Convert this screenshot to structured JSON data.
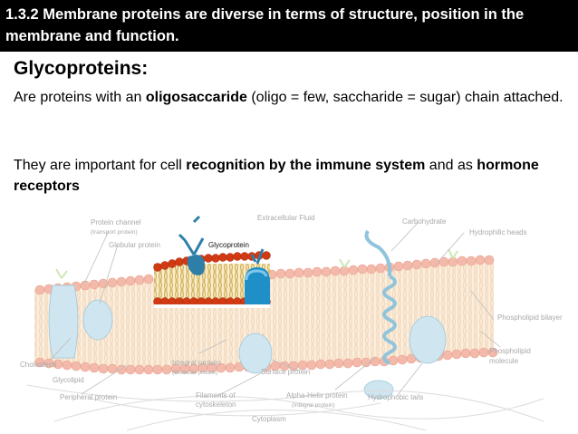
{
  "slide": {
    "title": "1.3.2 Membrane proteins are diverse in terms of structure, position in the membrane and function.",
    "subtitle": "Glycoproteins:",
    "para1": {
      "a": "Are proteins with an ",
      "b": "oligosaccaride",
      "c": " (oligo = few, saccharide = sugar) chain attached."
    },
    "para2": {
      "a": "They are important for cell ",
      "b": "recognition by the immune system",
      "c": " and as ",
      "d": "hormone receptors"
    }
  },
  "diagram": {
    "labels": {
      "protein_channel": "Protein channel",
      "transport_protein": "(transport protein)",
      "globular_protein": "Globular protein",
      "glycoprotein": "Glycoprotein",
      "extracellular_fluid": "Extracellular Fluid",
      "carbohydrate": "Carbohydrate",
      "hydrophilic_heads": "Hydrophilic heads",
      "phospholipid_bilayer": "Phospholipid bilayer",
      "phospholipid": "Phospholipid",
      "molecule": "molecule",
      "cholesterol": "Cholesterol",
      "glycolipid": "Glycolipid",
      "integral_protein": "Integral protein",
      "globular_protein_paren": "(Globular protein)",
      "surface_protein": "Surface protein",
      "peripheral_protein": "Peripheral protein",
      "filaments": "Filaments of",
      "cytoskeleton": "cytoskeleton",
      "alpha_helix_protein": "Alpha-Helix protein",
      "integral_protein_paren": "(Integral protein)",
      "hydrophobic_tails": "Hydrophobic tails",
      "cytoplasm": "Cytoplasm"
    }
  },
  "colors": {
    "header_bg": "#000000",
    "header_text": "#ffffff",
    "head_faded": "#f3b7a7",
    "head_zoom": "#d23a14",
    "tail_zoom": "#e8c97a",
    "protein": "#8fc4dc",
    "protein_dark": "#2e7fa8"
  }
}
